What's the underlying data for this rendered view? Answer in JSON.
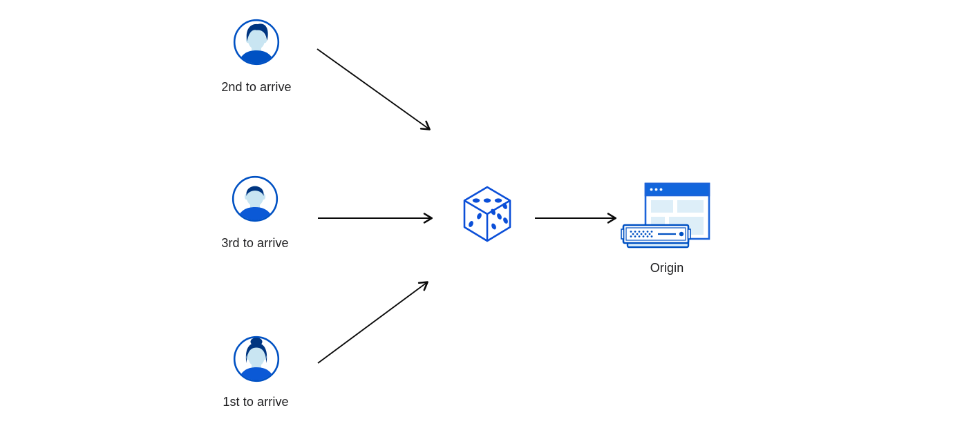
{
  "diagram": {
    "title": "Load balancing random steering diagram",
    "clients": [
      {
        "id": "client-2nd",
        "label": "2nd to arrive",
        "avatar_icon": "male-avatar-pompadour-icon"
      },
      {
        "id": "client-3rd",
        "label": "3rd to arrive",
        "avatar_icon": "male-avatar-short-hair-icon"
      },
      {
        "id": "client-1st",
        "label": "1st to arrive",
        "avatar_icon": "female-avatar-bun-icon"
      }
    ],
    "selector": {
      "id": "random-selector",
      "icon": "dice-icon"
    },
    "origin": {
      "id": "origin",
      "label": "Origin",
      "icon": "origin-server-browser-icon"
    },
    "arrows": [
      {
        "from": "client-2nd",
        "to": "random-selector"
      },
      {
        "from": "client-3rd",
        "to": "random-selector"
      },
      {
        "from": "client-1st",
        "to": "random-selector"
      },
      {
        "from": "random-selector",
        "to": "origin"
      }
    ],
    "colors": {
      "brand_blue": "#0051c3",
      "dice_blue": "#0b4fd8",
      "hair_dark_blue": "#003580",
      "face_light_blue": "#c9e5f2",
      "panel_light_blue": "#ddeef8",
      "titlebar_blue": "#1266dc",
      "window_border_blue": "#1b63d9",
      "arrow_black": "#0a0a0a",
      "text_color": "#1d1d1f",
      "background": "#ffffff"
    }
  }
}
